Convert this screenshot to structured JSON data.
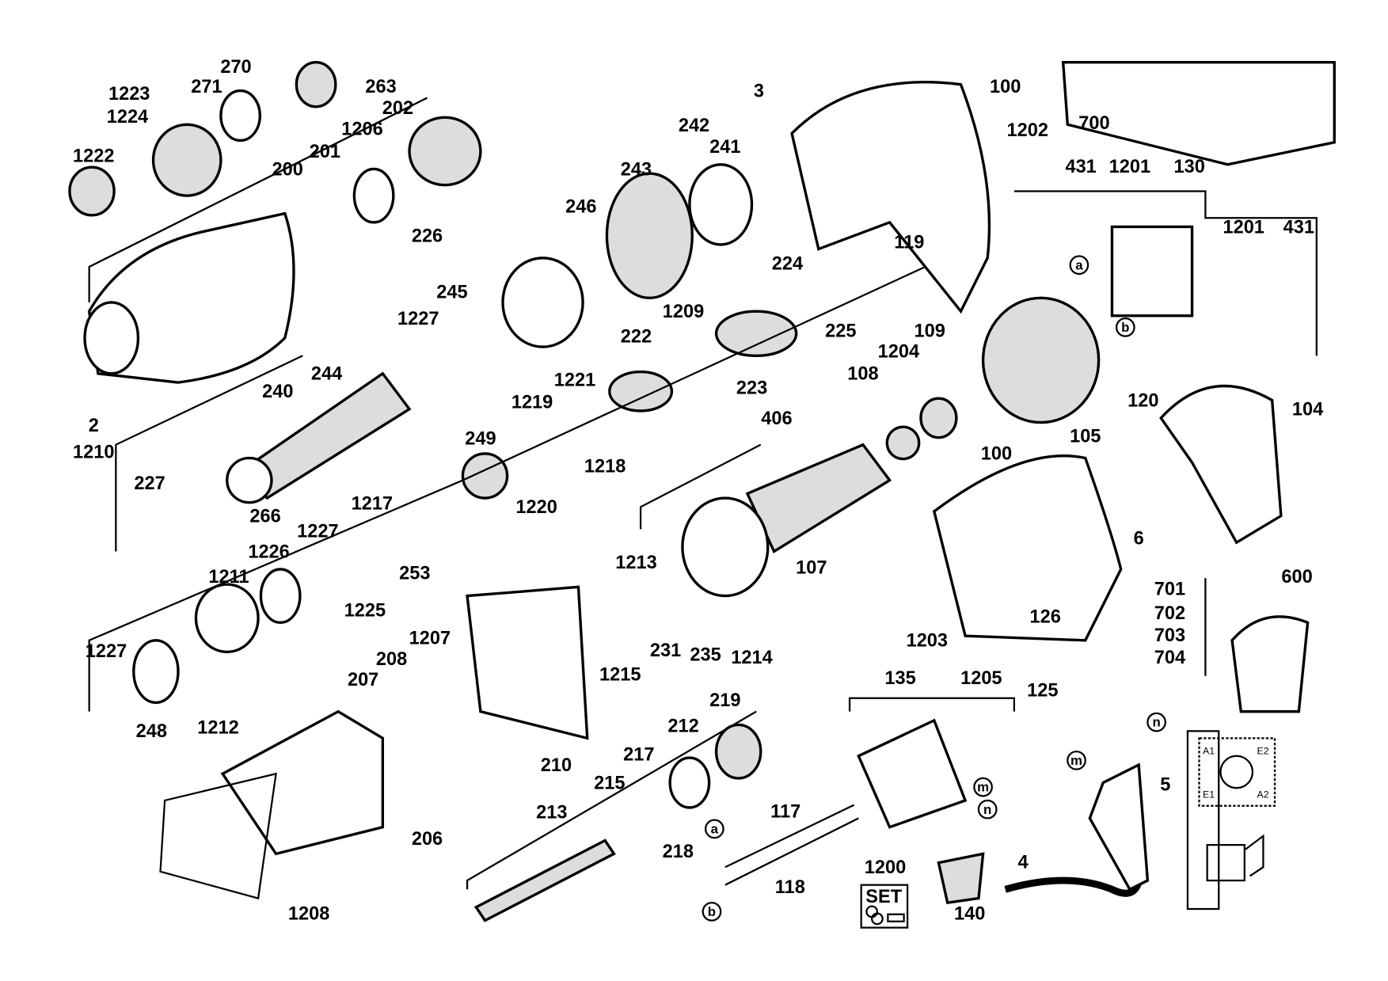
{
  "diagram": {
    "labels": [
      "270",
      "263",
      "1223",
      "271",
      "202",
      "1224",
      "1206",
      "1222",
      "201",
      "200",
      "226",
      "3",
      "100",
      "700",
      "242",
      "241",
      "243",
      "1202",
      "431",
      "1201",
      "130",
      "246",
      "224",
      "119",
      "1201",
      "431",
      "245",
      "1227",
      "1209",
      "225",
      "244",
      "222",
      "223",
      "1204",
      "109",
      "108",
      "120",
      "104",
      "105",
      "240",
      "1221",
      "1219",
      "1218",
      "2",
      "1210",
      "227",
      "249",
      "406",
      "100",
      "1220",
      "266",
      "1217",
      "1227",
      "1226",
      "1211",
      "253",
      "1225",
      "1213",
      "107",
      "6",
      "701",
      "702",
      "703",
      "704",
      "600",
      "1227",
      "1207",
      "208",
      "207",
      "1203",
      "126",
      "231",
      "235",
      "1214",
      "1215",
      "125",
      "248",
      "1212",
      "135",
      "1205",
      "219",
      "212",
      "217",
      "210",
      "5",
      "215",
      "213",
      "117",
      "206",
      "218",
      "1200",
      "4",
      "118",
      "1208",
      "140"
    ],
    "connection_markers": [
      "a",
      "b",
      "m",
      "n",
      "m",
      "n",
      "a",
      "b"
    ],
    "set_badge": "SET",
    "wiring_terminals": [
      "A1",
      "E2",
      "E1",
      "A2"
    ]
  }
}
